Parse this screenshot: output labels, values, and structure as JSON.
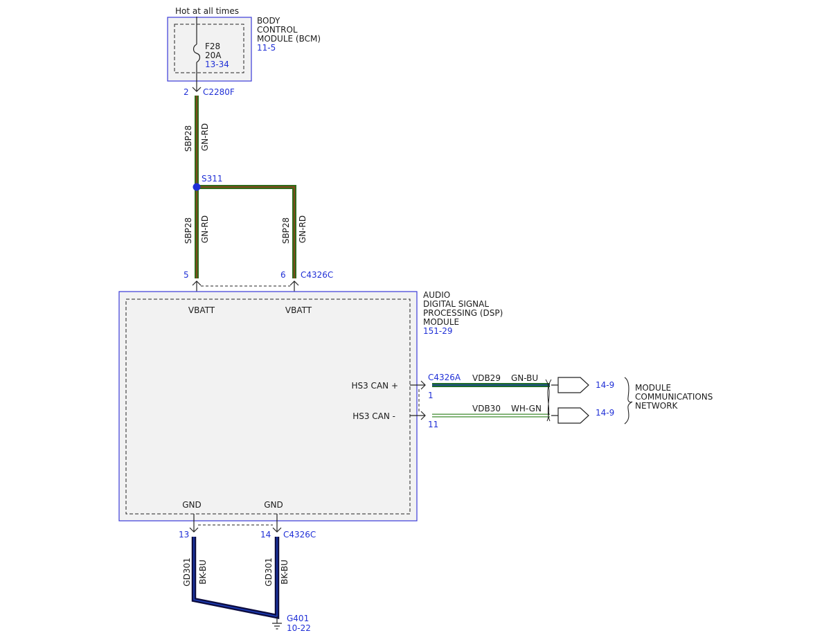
{
  "bcm": {
    "hot_label": "Hot at all times",
    "title_lines": [
      "BODY",
      "CONTROL",
      "MODULE (BCM)"
    ],
    "ref": "11-5",
    "fuse_id": "F28",
    "fuse_rating": "20A",
    "fuse_ref": "13-34"
  },
  "connector_bcm": {
    "pin": "2",
    "name": "C2280F"
  },
  "wire_sbp28": {
    "circuit": "SBP28",
    "color": "GN-RD"
  },
  "splice": {
    "name": "S311"
  },
  "dsp": {
    "title_lines": [
      "AUDIO",
      "DIGITAL SIGNAL",
      "PROCESSING (DSP)",
      "MODULE"
    ],
    "ref": "151-29",
    "vbatt_label": "VBATT",
    "can_plus": "HS3 CAN +",
    "can_minus": "HS3 CAN -",
    "gnd_label": "GND"
  },
  "connector_top": {
    "pin_left": "5",
    "pin_right": "6",
    "name": "C4326C"
  },
  "connector_can": {
    "name": "C4326A",
    "pin_plus": "1",
    "pin_minus": "11"
  },
  "can_wires": [
    {
      "circuit": "VDB29",
      "color": "GN-BU",
      "ref": "14-9"
    },
    {
      "circuit": "VDB30",
      "color": "WH-GN",
      "ref": "14-9"
    }
  ],
  "network": {
    "lines": [
      "MODULE",
      "COMMUNICATIONS",
      "NETWORK"
    ]
  },
  "connector_gnd": {
    "pin_left": "13",
    "pin_right": "14",
    "name": "C4326C"
  },
  "wire_gd301": {
    "circuit": "GD301",
    "color": "BK-BU"
  },
  "ground": {
    "name": "G401",
    "ref": "10-22"
  },
  "colors": {
    "module_outline": "#3a3ad8",
    "module_fill": "#f2f2f2",
    "ref_text": "#1f2fd6",
    "wire_green": "#2f6b1a",
    "wire_red_tracer": "#b5311c",
    "wire_dark_green": "#1f6b2a",
    "wire_blue": "#1a237e",
    "splice_dot": "#1f2fd6"
  }
}
